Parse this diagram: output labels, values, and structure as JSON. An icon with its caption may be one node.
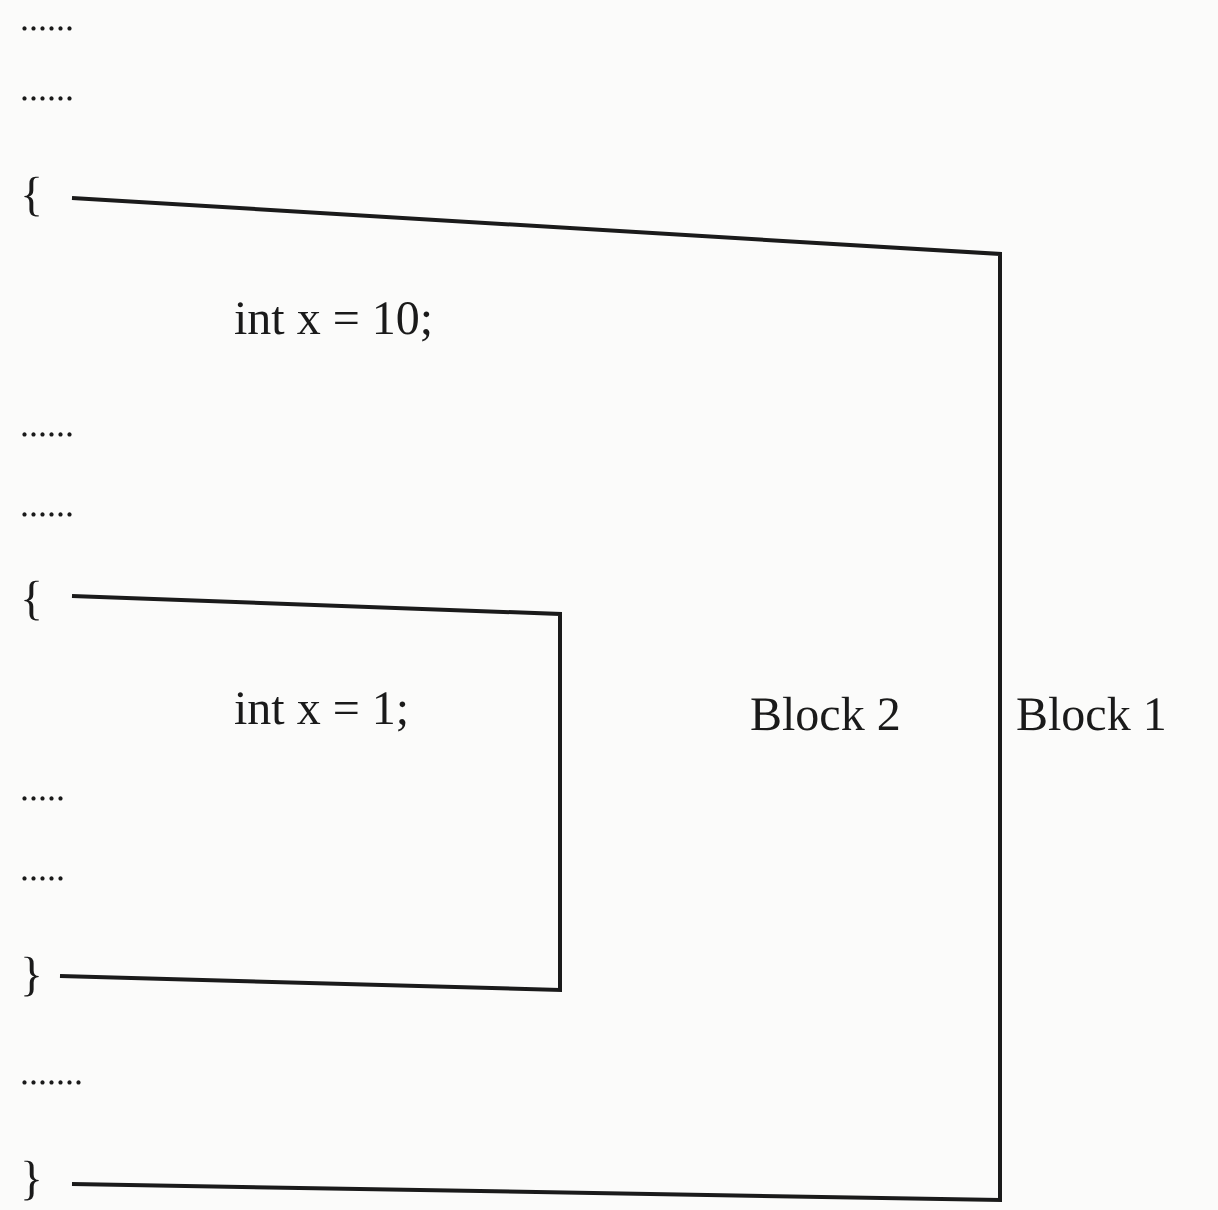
{
  "diagram": {
    "labels": [
      "......",
      "......",
      "{",
      "int x = 10;",
      "......",
      "......",
      "{",
      "int x = 1;",
      ".....",
      ".....",
      "}",
      ".......",
      "}",
      "Block 2",
      "Block 1"
    ]
  }
}
